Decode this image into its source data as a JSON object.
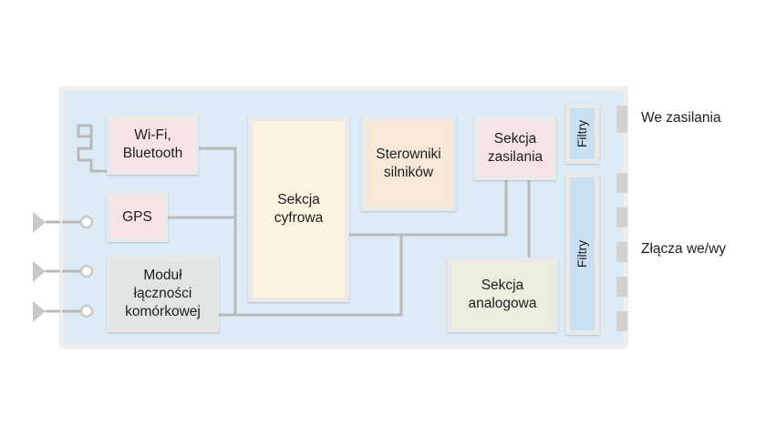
{
  "blocks": {
    "wifi": "Wi-Fi,\nBluetooth",
    "gps": "GPS",
    "cellular": "Moduł\nłączności\nkomórkowej",
    "digital": "Sekcja\ncyfrowa",
    "motor": "Sterowniki\nsilników",
    "power": "Sekcja\nzasilania",
    "analog": "Sekcja\nanalogowa",
    "filter_top": "Filtry",
    "filter_bottom": "Filtry"
  },
  "labels": {
    "power_in": "We zasilania",
    "io": "Złącza we/wy"
  }
}
